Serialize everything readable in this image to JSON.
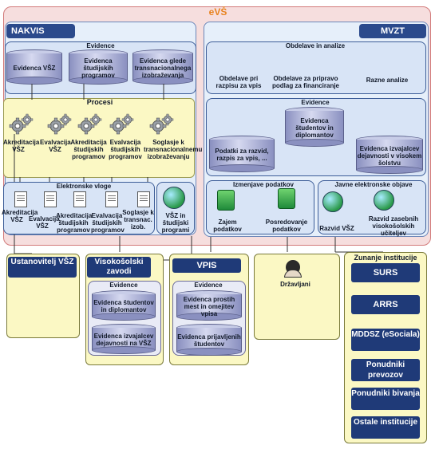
{
  "evs": {
    "title": "eVŠ"
  },
  "nakvis": {
    "header": "NAKVIS",
    "evidence": {
      "title": "Evidence",
      "items": [
        "Evidenca VŠZ",
        "Evidenca študijskih programov",
        "Evidenca glede transnacionalnega izobraževanja"
      ]
    },
    "procesi": {
      "title": "Procesi",
      "items": [
        "Akreditacija VŠZ",
        "Evalvacija VŠZ",
        "Akreditacija študijskih programov",
        "Evalvacija študijskih programov",
        "Soglasje k transnacionalnemu izobraževanju"
      ]
    },
    "vloge": {
      "title": "Elektronske vloge",
      "items": [
        "Akreditacija VŠZ",
        "Evalvacija VŠZ",
        "Akreditacija študijskih programov",
        "Evalvacija študijskih programov",
        "Soglasje k transnac. izob."
      ]
    },
    "vsz_programi": "VŠZ in študijski programi"
  },
  "mvzt": {
    "header": "MVZT",
    "obdelave": {
      "title": "Obdelave in analize",
      "items": [
        "Obdelave pri razpisu za vpis",
        "Obdelave za pripravo podlag za financiranje",
        "Razne analize"
      ]
    },
    "evidence": {
      "title": "Evidence",
      "items": [
        "Evidenca študentov in diplomantov",
        "Podatki za razvid, razpis za vpis, ...",
        "Evidenca izvajalcev dejavnosti v visokem šolstvu"
      ]
    },
    "izmenjave": {
      "title": "Izmenjave podatkov",
      "items": [
        "Zajem podatkov",
        "Posredovanje podatkov"
      ]
    },
    "objave": {
      "title": "Javne elektronske objave",
      "items": [
        "Razvid VŠZ",
        "Razvid zasebnih visokošolskih učiteljev"
      ]
    }
  },
  "bottom": {
    "ustanovitelj": "Ustanovitelj VŠZ",
    "vsz": {
      "header": "Visokošolski zavodi",
      "evidence_title": "Evidence",
      "items": [
        "Evidenca študentov in diplomantov",
        "Evidenca izvajalcev dejavnosti na VŠZ"
      ]
    },
    "vpis": {
      "header": "VPIS",
      "evidence_title": "Evidence",
      "items": [
        "Evidenca prostih mest in omejitev vpisa",
        "Evidenca prijavljenih študentov"
      ]
    },
    "drzavljani": "Državljani",
    "zunanje": {
      "title": "Zunanje institucije",
      "items": [
        "SURS",
        "ARRS",
        "MDDSZ (eSociala)",
        "Ponudniki prevozov",
        "Ponudniki bivanja",
        "Ostale institucije"
      ]
    }
  },
  "colors": {
    "evs_title": "#e8821e",
    "header_navy": "#2b4a8c",
    "panel_yellow": "#fbf8c4",
    "panel_blue": "#e6effa"
  }
}
